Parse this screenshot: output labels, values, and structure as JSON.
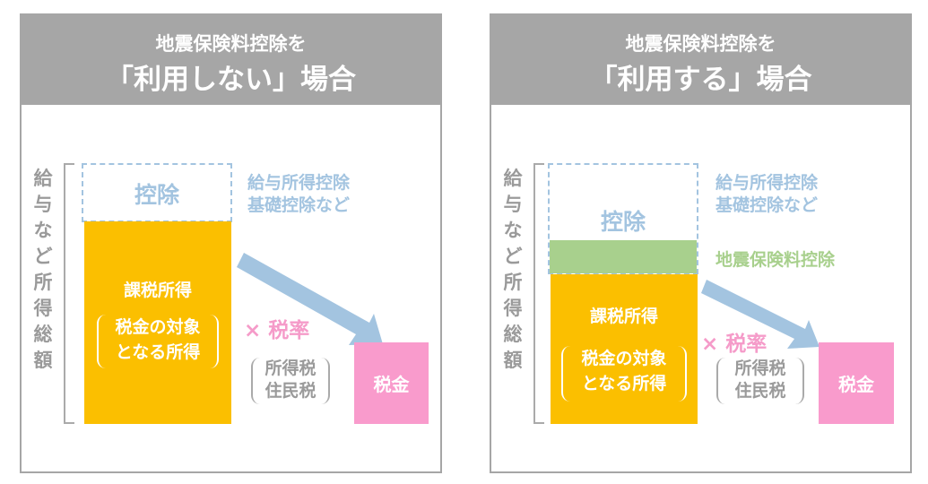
{
  "panels": [
    {
      "title_line1": "地震保険料控除を",
      "title_line2": "「利用しない」場合"
    },
    {
      "title_line1": "地震保険料控除を",
      "title_line2": "「利用する」場合"
    }
  ],
  "common": {
    "vertical_label": "給与など所得総額",
    "deduction": "控除",
    "deduction_note_1": "給与所得控除",
    "deduction_note_2": "基礎控除など",
    "taxable_income": "課税所得",
    "taxable_note_1": "税金の対象",
    "taxable_note_2": "となる所得",
    "tax_rate": "× 税率",
    "tax_types_1": "所得税",
    "tax_types_2": "住民税",
    "tax": "税金",
    "earthquake_deduction": "地震保険料控除"
  },
  "colors": {
    "header": "#a6a6a6",
    "deduction": "#a3c4e0",
    "taxable": "#fbbf00",
    "earthquake": "#a8d08d",
    "tax": "#f99bcc"
  }
}
